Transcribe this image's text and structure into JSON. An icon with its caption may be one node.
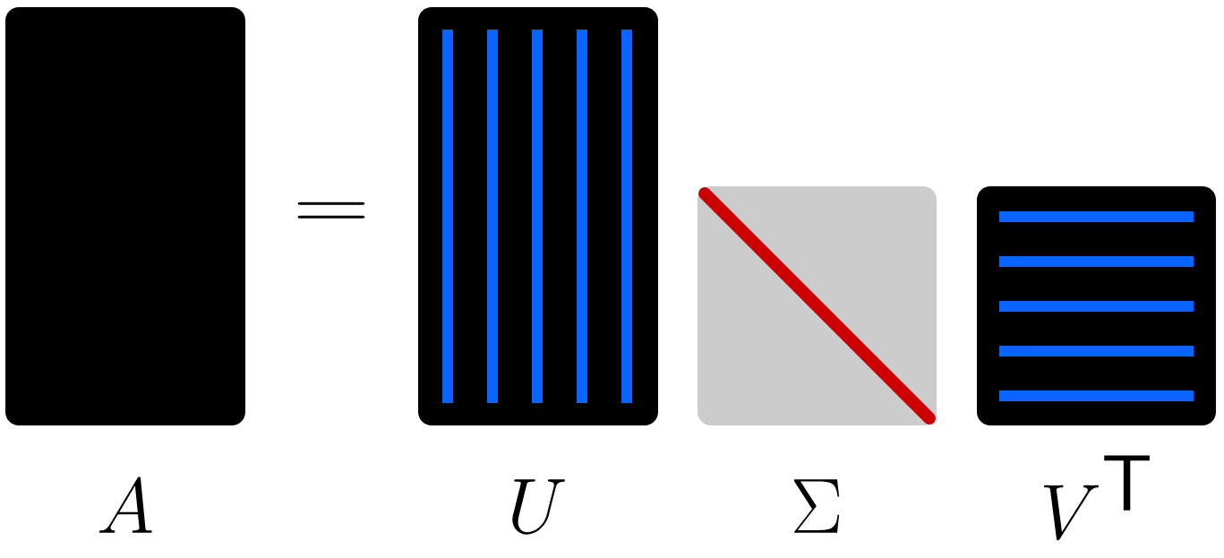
{
  "diagram": {
    "nodes": [
      {
        "text": [],
        "shape": "box",
        "beside": [
          "A"
        ]
      },
      {
        "text": [],
        "shape": "box",
        "beside": [
          "U"
        ]
      },
      {
        "text": [],
        "shape": "box",
        "beside": [
          "\\Sigma"
        ]
      },
      {
        "text": [],
        "shape": "box",
        "beside": [
          "V^{\\mathsf{T}}"
        ]
      }
    ],
    "labels": [
      "="
    ]
  }
}
